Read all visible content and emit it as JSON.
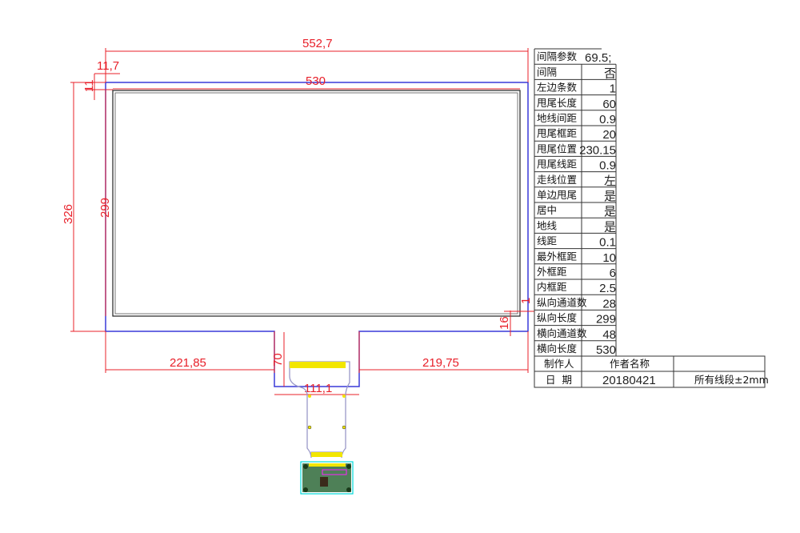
{
  "dimensions": {
    "overall_width": "552,7",
    "inner_width": "530",
    "overall_height": "326",
    "inner_height": "299",
    "left_margin": "11,7",
    "top_margin": "11",
    "left_offset": "221,85",
    "right_offset": "219,75",
    "tab_height": "70",
    "tab_width": "111,1",
    "bottom_margin": "16",
    "right_margin": "1"
  },
  "params_table": {
    "header": {
      "label": "间隔参数",
      "value": "69.5;"
    },
    "rows": [
      {
        "label": "间隔",
        "value": "否"
      },
      {
        "label": "左边条数",
        "value": "1"
      },
      {
        "label": "甩尾长度",
        "value": "60"
      },
      {
        "label": "地线间距",
        "value": "0.9"
      },
      {
        "label": "甩尾框距",
        "value": "20"
      },
      {
        "label": "甩尾位置",
        "value": "230.15"
      },
      {
        "label": "甩尾线距",
        "value": "0.9"
      },
      {
        "label": "走线位置",
        "value": "左"
      },
      {
        "label": "单边甩尾",
        "value": "是"
      },
      {
        "label": "居中",
        "value": "是"
      },
      {
        "label": "地线",
        "value": "是"
      },
      {
        "label": "线距",
        "value": "0.1"
      },
      {
        "label": "最外框距",
        "value": "10"
      },
      {
        "label": "外框距",
        "value": "6"
      },
      {
        "label": "内框距",
        "value": "2.5"
      },
      {
        "label": "纵向通道数",
        "value": "28"
      },
      {
        "label": "纵向长度",
        "value": "299"
      },
      {
        "label": "横向通道数",
        "value": "48"
      },
      {
        "label": "横向长度",
        "value": "530"
      }
    ]
  },
  "title_block": {
    "maker_label": "制作人",
    "maker_value": "作者名称",
    "date_label": "日  期",
    "date_value": "20180421",
    "tolerance_note": "所有线段±2mm"
  },
  "colors": {
    "dimension": "#e8202a",
    "outline": "#3a3ad8",
    "fpc": "#9a98c8",
    "contact": "#f2e600",
    "pcb": "#1e4a2a"
  }
}
